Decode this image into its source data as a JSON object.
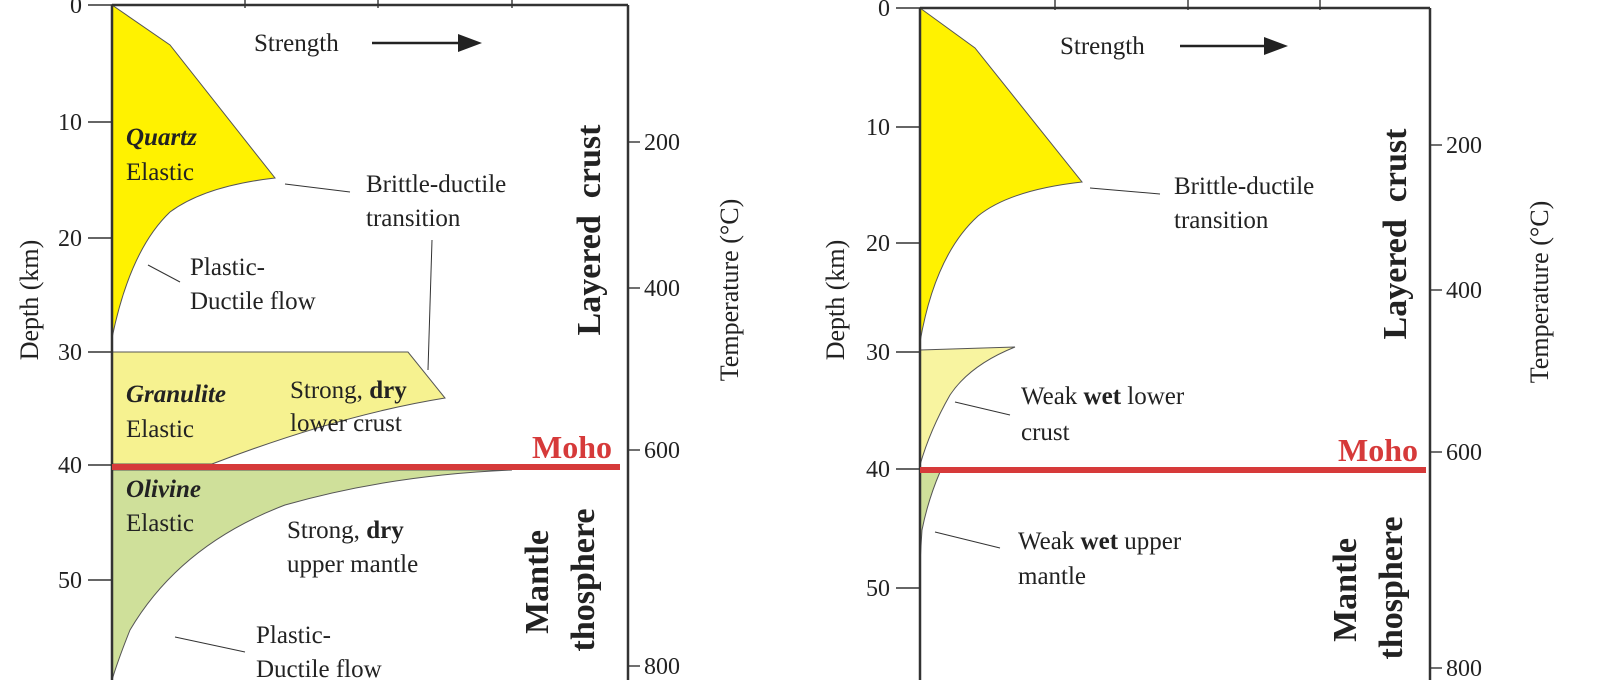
{
  "panels": [
    {
      "strength_label": "Strength",
      "depth_axis": {
        "title": "Depth (km)",
        "ticks": [
          "0",
          "10",
          "20",
          "30",
          "40",
          "50"
        ]
      },
      "temperature_axis": {
        "title": "Temperature (°C)",
        "ticks": [
          "200",
          "400",
          "600",
          "800"
        ]
      },
      "moho_label": "Moho",
      "layered_crust_label": "Layered  crust",
      "mantle_label": "Mantle",
      "lithosphere_label": "thosphere",
      "quartz": {
        "name": "Quartz",
        "sub": "Elastic"
      },
      "brittle_ductile": [
        "Brittle-ductile",
        "transition"
      ],
      "plastic_upper": [
        "Plastic-",
        "Ductile flow"
      ],
      "granulite": {
        "name": "Granulite",
        "sub": "Elastic"
      },
      "lower_crust": {
        "prefix": "Strong, ",
        "bold": "dry",
        "line2": "lower crust"
      },
      "olivine": {
        "name": "Olivine",
        "sub": "Elastic"
      },
      "upper_mantle": {
        "prefix": "Strong, ",
        "bold": "dry",
        "line2": "upper mantle"
      },
      "plastic_lower": [
        "Plastic-",
        "Ductile flow"
      ]
    },
    {
      "strength_label": "Strength",
      "depth_axis": {
        "title": "Depth (km)",
        "ticks": [
          "0",
          "10",
          "20",
          "30",
          "40",
          "50"
        ]
      },
      "temperature_axis": {
        "title": "Temperature (°C)",
        "ticks": [
          "200",
          "400",
          "600",
          "800"
        ]
      },
      "moho_label": "Moho",
      "layered_crust_label": "Layered  crust",
      "mantle_label": "Mantle",
      "lithosphere_label": "thosphere",
      "brittle_ductile": [
        "Brittle-ductile",
        "transition"
      ],
      "lower_crust": {
        "prefix": "Weak ",
        "bold": "wet",
        "suffix": " lower",
        "line2": "crust"
      },
      "upper_mantle": {
        "prefix": "Weak ",
        "bold": "wet",
        "suffix": " upper",
        "line2": "mantle"
      }
    }
  ],
  "colors": {
    "quartz": "#fff200",
    "granulite_strong": "#f6f290",
    "granulite_weak": "#f8f4a0",
    "olivine": "#cfe09a",
    "moho": "#d63a3a"
  }
}
